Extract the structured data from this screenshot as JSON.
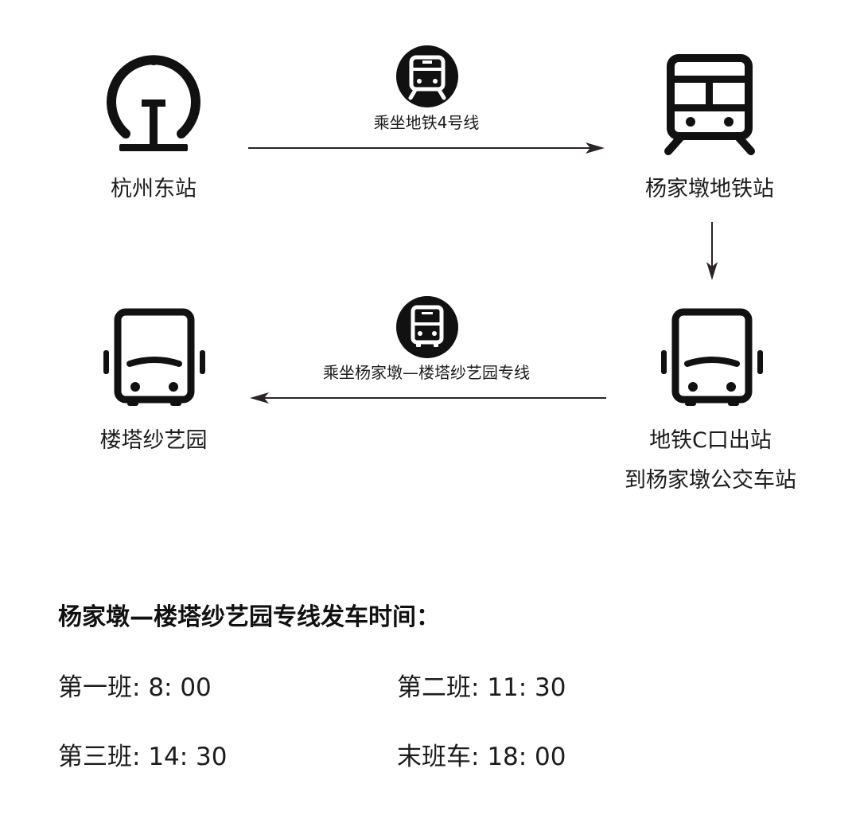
{
  "stations": {
    "hangzhou_east": "杭州东站",
    "yangjiadun_metro": "杨家墩地铁站",
    "exit_line1": "地铁C口出站",
    "exit_line2": "到杨家墩公交车站",
    "loutasha": "楼塔纱艺园"
  },
  "routes": {
    "metro": "乘坐地铁4号线",
    "bus": "乘坐杨家墩—楼塔纱艺园专线"
  },
  "schedule": {
    "heading": "杨家墩—楼塔纱艺园专线发车时间：",
    "rows": [
      {
        "label": "第一班:",
        "time": "8: 00"
      },
      {
        "label": "第二班:",
        "time": "11: 30"
      },
      {
        "label": "第三班:",
        "time": "14: 30"
      },
      {
        "label": "末班车:",
        "time": "18: 00"
      }
    ]
  },
  "colors": {
    "ink": "#1a1a1a",
    "arrow": "#2a2424",
    "badge": "#111111"
  },
  "icons": [
    "railway-logo-icon",
    "metro-train-icon",
    "metro-badge-icon",
    "bus-front-icon",
    "bus-badge-icon"
  ]
}
